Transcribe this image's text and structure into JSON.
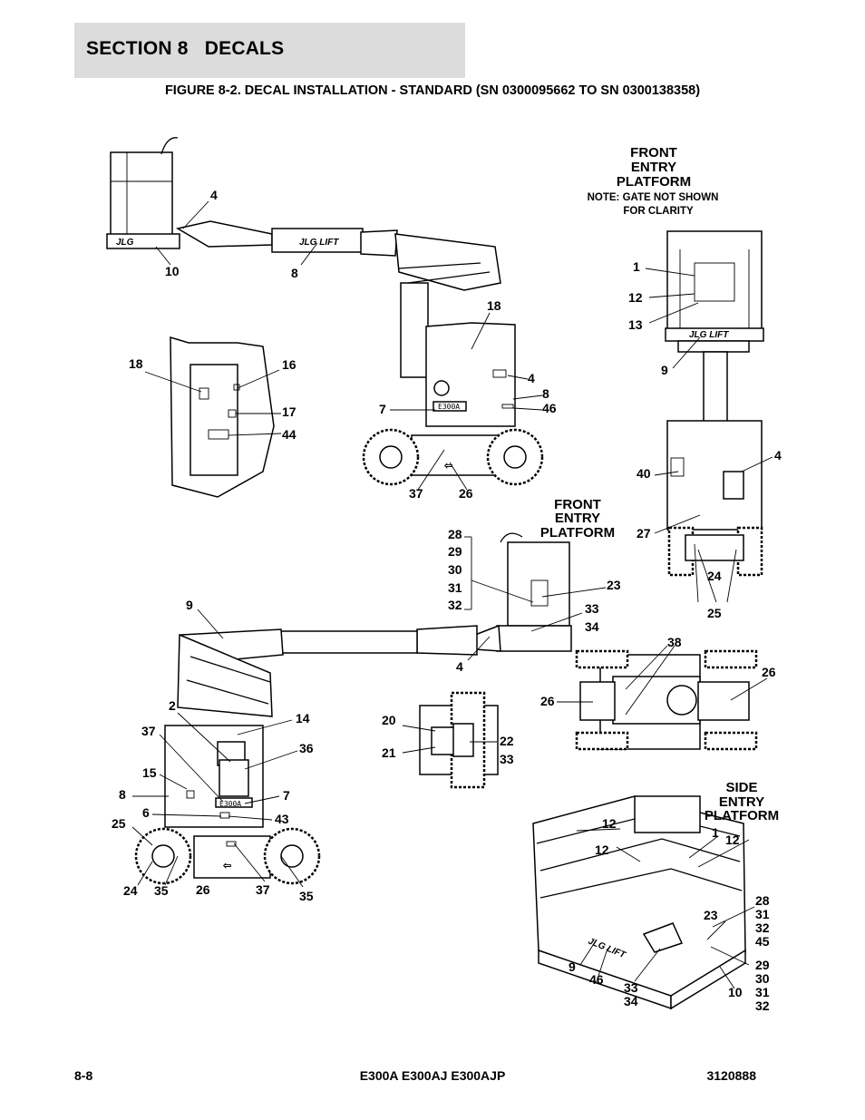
{
  "header": {
    "section": "SECTION 8   DECALS",
    "figure": "FIGURE 8-2. DECAL INSTALLATION - STANDARD (SN 0300095662 TO SN 0300138358)"
  },
  "views": {
    "front_entry_1": [
      "FRONT",
      "ENTRY",
      "PLATFORM"
    ],
    "note": [
      "NOTE: GATE NOT SHOWN",
      "FOR CLARITY"
    ],
    "front_entry_2": [
      "FRONT",
      "ENTRY",
      "PLATFORM"
    ],
    "side_entry": [
      "SIDE",
      "ENTRY",
      "PLATFORM"
    ]
  },
  "decal_text": {
    "brand": "JLG LIFT",
    "brand_short": "JLG",
    "model_plate": "E300A"
  },
  "callouts": {
    "top_side": [
      "4",
      "10",
      "8",
      "18",
      "4",
      "8",
      "46",
      "7",
      "37",
      "26"
    ],
    "detail": [
      "18",
      "16",
      "17",
      "44"
    ],
    "front_view": [
      "1",
      "12",
      "13",
      "9",
      "4",
      "40",
      "27",
      "24",
      "25"
    ],
    "group_left": [
      "28",
      "29",
      "30",
      "31",
      "32"
    ],
    "mid_side": [
      "23",
      "33",
      "34",
      "4",
      "9",
      "2",
      "14",
      "37",
      "36",
      "15",
      "7",
      "8",
      "6",
      "43",
      "25",
      "24",
      "35",
      "26",
      "37",
      "35"
    ],
    "chassis_top": [
      "38",
      "26",
      "26"
    ],
    "small_detail": [
      "20",
      "21",
      "22",
      "33"
    ],
    "side_platform": [
      "12",
      "12",
      "1",
      "12",
      "28",
      "31",
      "32",
      "45",
      "23",
      "29",
      "30",
      "31",
      "32",
      "9",
      "46",
      "33",
      "34",
      "10"
    ]
  },
  "footer": {
    "page": "8-8",
    "models": "E300A E300AJ E300AJP",
    "doc_number": "3120888"
  }
}
